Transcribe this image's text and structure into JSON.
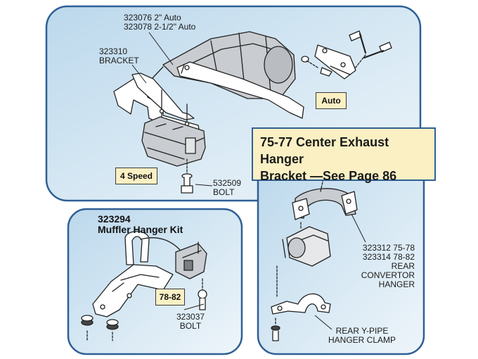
{
  "top_panel": {
    "part_lines": [
      "323076  2\" Auto",
      "323078  2-1/2\" Auto"
    ],
    "bracket_lines": [
      "323310",
      "BRACKET"
    ],
    "auto_tag": "Auto",
    "speed_tag": "4 Speed",
    "bolt_lines": [
      "532509",
      "BOLT"
    ]
  },
  "callout": {
    "lines": [
      "75-77 Center Exhaust Hanger",
      "Bracket —See Page 86"
    ]
  },
  "muffler_panel": {
    "title_lines": [
      "323294",
      "Muffler Hanger Kit"
    ],
    "year_tag": "78-82",
    "bolt_lines": [
      "323037",
      "BOLT"
    ]
  },
  "rear_panel": {
    "hanger_lines": [
      "323312  75-78",
      "323314  78-82",
      "REAR",
      "CONVERTOR",
      "HANGER"
    ],
    "clamp_lines": [
      "REAR Y-PIPE",
      "HANGER CLAMP"
    ]
  },
  "colors": {
    "panel_fill": "#d2e5f2",
    "panel_border": "#2f5f96",
    "tag_fill": "#fbf0c4"
  }
}
